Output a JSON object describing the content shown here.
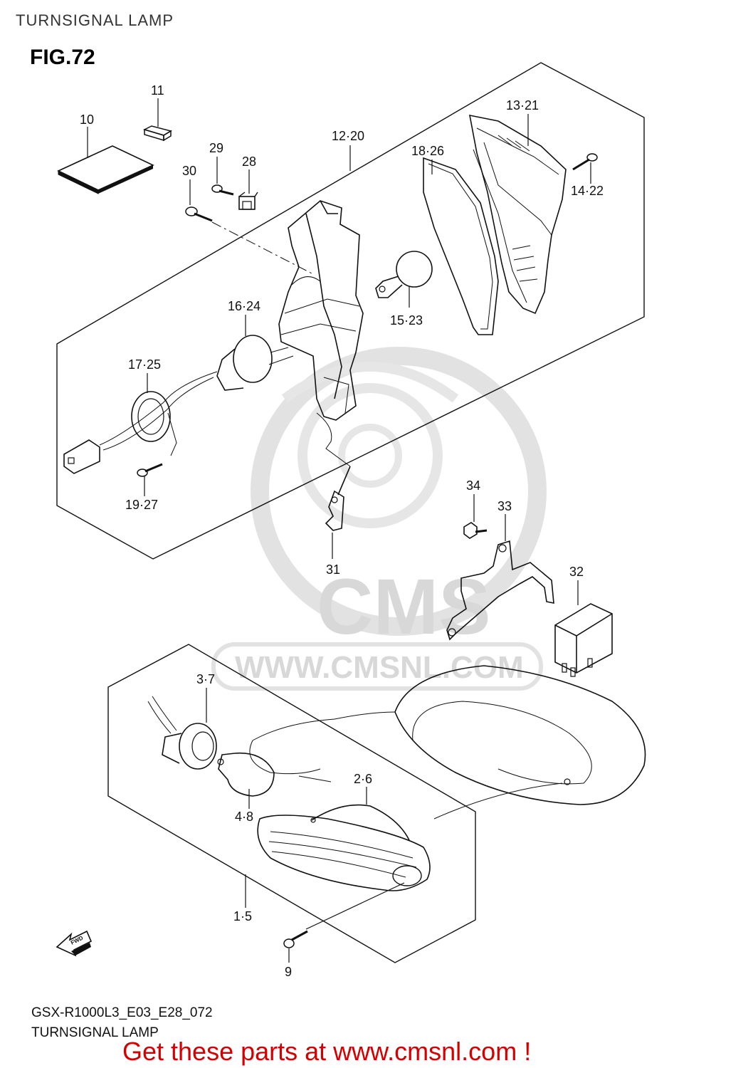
{
  "header": {
    "section_title": "TURNSIGNAL LAMP",
    "figure_label": "FIG.72"
  },
  "watermark": {
    "brand": "CMS",
    "url": "WWW.CMSNL.COM"
  },
  "icons": {
    "fwd_arrow": "FWD"
  },
  "callouts": {
    "c11": "11",
    "c10": "10",
    "c29": "29",
    "c30": "30",
    "c28": "28",
    "c12_20": "12·20",
    "c13_21": "13·21",
    "c18_26": "18·26",
    "c14_22": "14·22",
    "c16_24": "16·24",
    "c15_23": "15·23",
    "c17_25": "17·25",
    "c19_27": "19·27",
    "c34": "34",
    "c33": "33",
    "c31": "31",
    "c32": "32",
    "c3_7": "3·7",
    "c2_6": "2·6",
    "c4_8": "4·8",
    "c1_5": "1·5",
    "c9": "9"
  },
  "footer": {
    "diagram_code": "GSX-R1000L3_E03_E28_072",
    "diagram_title": "TURNSIGNAL LAMP",
    "promo": "Get these parts at www.cmsnl.com !"
  }
}
